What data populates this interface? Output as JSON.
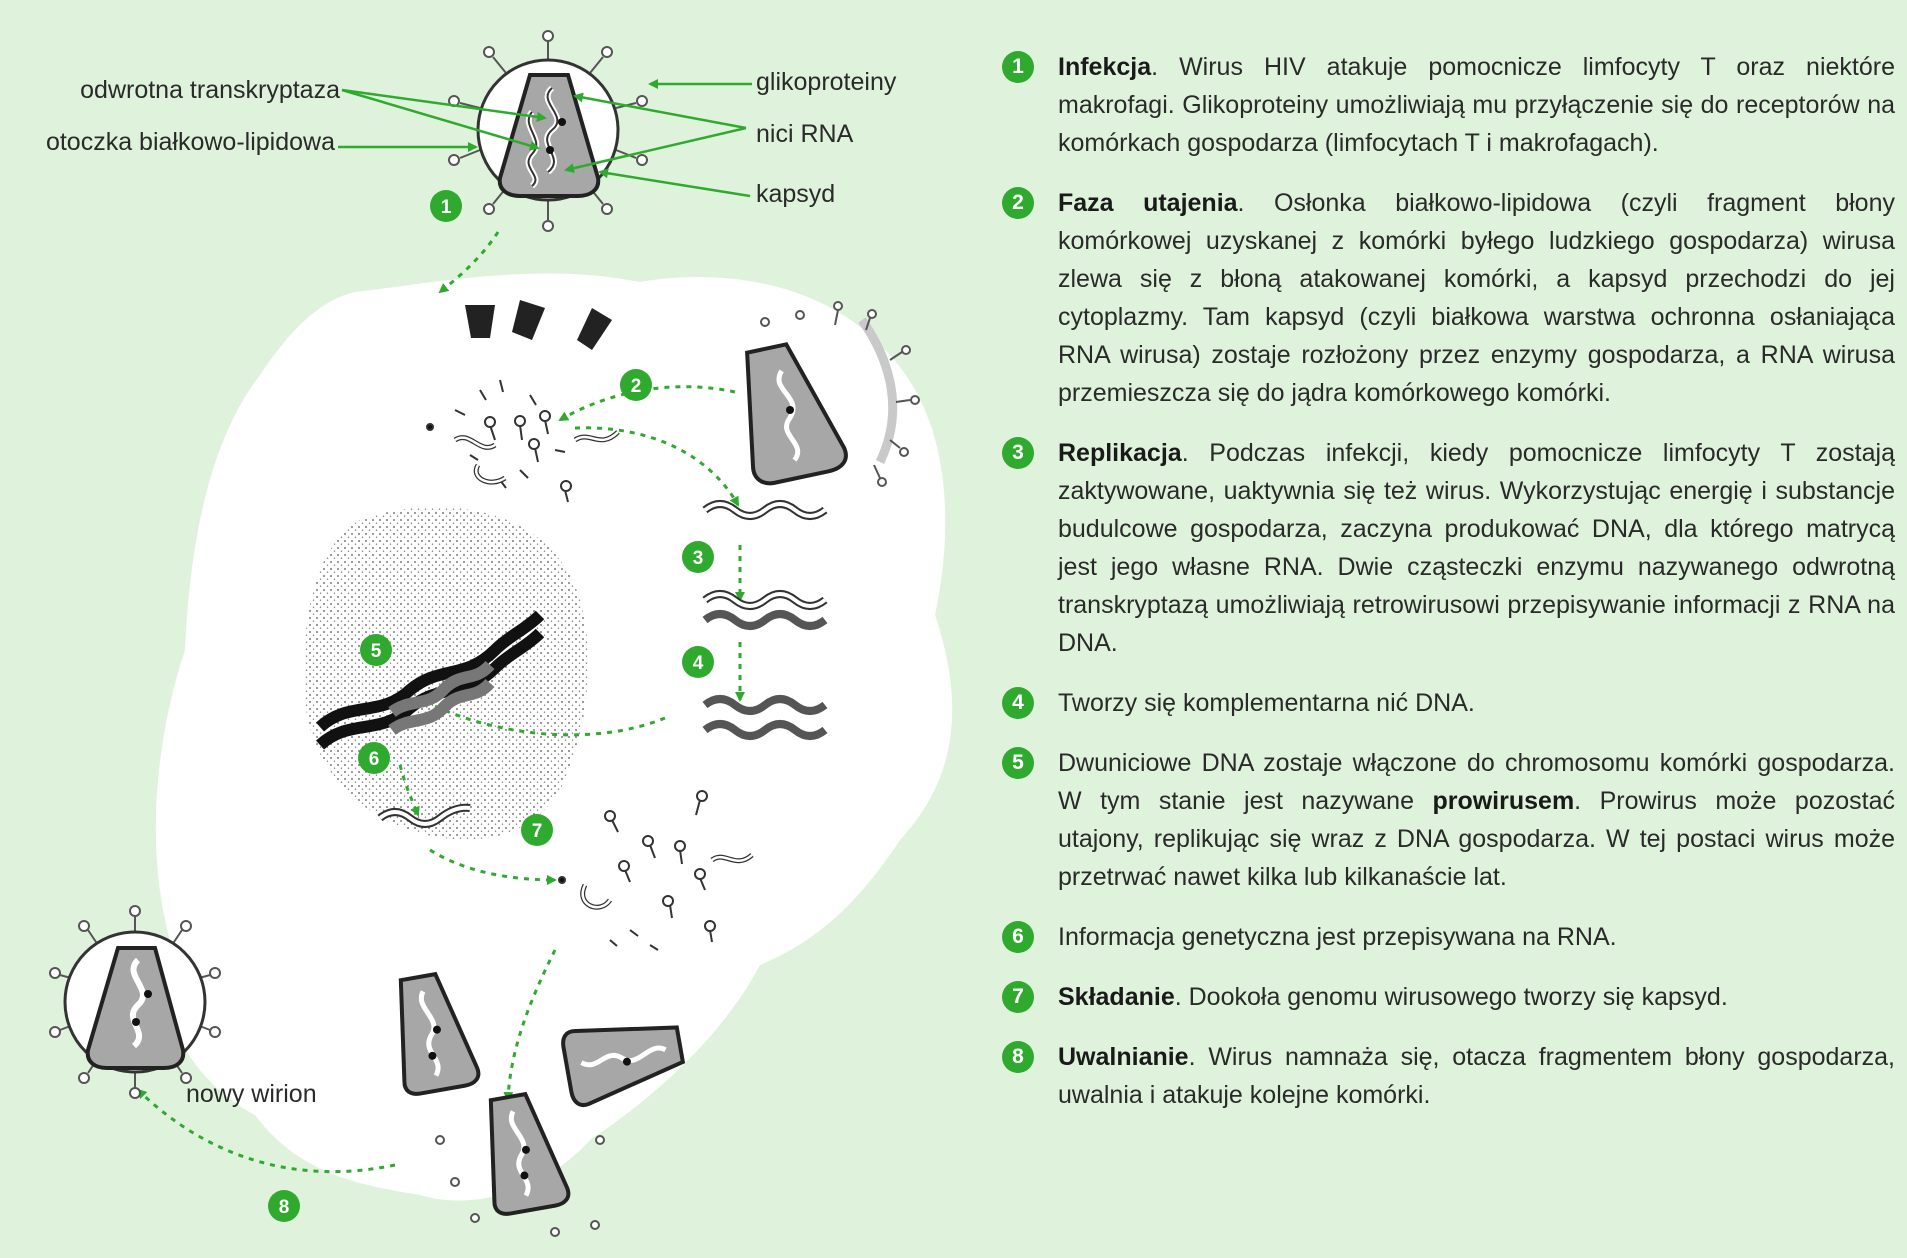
{
  "labels": {
    "reverse_transcriptase": "odwrotna transkryptaza",
    "envelope": "otoczka białkowo-lipidowa",
    "glycoproteins": "glikoproteiny",
    "rna_strands": "nici RNA",
    "capsid": "kapsyd",
    "new_virion": "nowy wirion"
  },
  "markers": [
    "1",
    "2",
    "3",
    "4",
    "5",
    "6",
    "7",
    "8"
  ],
  "steps": [
    {
      "num": "1",
      "title": "Infekcja",
      "text": ". Wirus HIV atakuje pomocnicze limfocyty T oraz niektóre makrofagi. Glikoproteiny umożliwiają mu przyłączenie się do receptorów na komórkach gospodarza (limfocytach T i makrofagach)."
    },
    {
      "num": "2",
      "title": "Faza utajenia",
      "text": ". Osłonka białkowo-lipidowa (czyli fragment błony komórkowej uzyskanej z komórki byłego ludzkiego gospodarza) wirusa zlewa się z błoną atakowanej komórki, a kapsyd przechodzi do jej cytoplazmy. Tam kapsyd (czyli białkowa warstwa ochronna osłaniająca RNA wirusa) zostaje rozłożony przez enzymy gospodarza, a RNA wirusa przemieszcza się do jądra komórkowego komórki."
    },
    {
      "num": "3",
      "title": "Replikacja",
      "text": ". Podczas infekcji, kiedy pomocnicze limfocyty T zostają zaktywowane, uaktywnia się też wirus. Wykorzystując energię i substancje budulcowe gospodarza, zaczyna produkować DNA, dla którego matrycą jest jego własne RNA. Dwie cząsteczki enzymu nazywanego odwrotną transkryptazą umożliwiają retrowirusowi przepisywanie informacji z RNA na DNA."
    },
    {
      "num": "4",
      "title": "",
      "text": "Tworzy się komplementarna nić DNA."
    },
    {
      "num": "5",
      "title": "",
      "text_before": "Dwuniciowe DNA zostaje włączone do chromosomu komórki gospodarza. W tym stanie jest nazywane ",
      "bold": "prowirusem",
      "text_after": ". Prowirus może pozostać utajony, replikując się wraz z DNA gospodarza. W tej postaci wirus może przetrwać nawet kilka lub kilkanaście lat."
    },
    {
      "num": "6",
      "title": "",
      "text": "Informacja genetyczna jest przepisywana na RNA."
    },
    {
      "num": "7",
      "title": "Składanie",
      "text": ". Dookoła genomu wirusowego tworzy się kapsyd."
    },
    {
      "num": "8",
      "title": "Uwalnianie",
      "text": ". Wirus namnaża się, otacza fragmentem błony gospodarza, uwalnia i atakuje kolejne komórki."
    }
  ],
  "colors": {
    "background": "#dff3dc",
    "marker": "#2faa2f",
    "arrow": "#2faa2f",
    "cell": "#ffffff",
    "capsid": "#a7a7a7"
  }
}
